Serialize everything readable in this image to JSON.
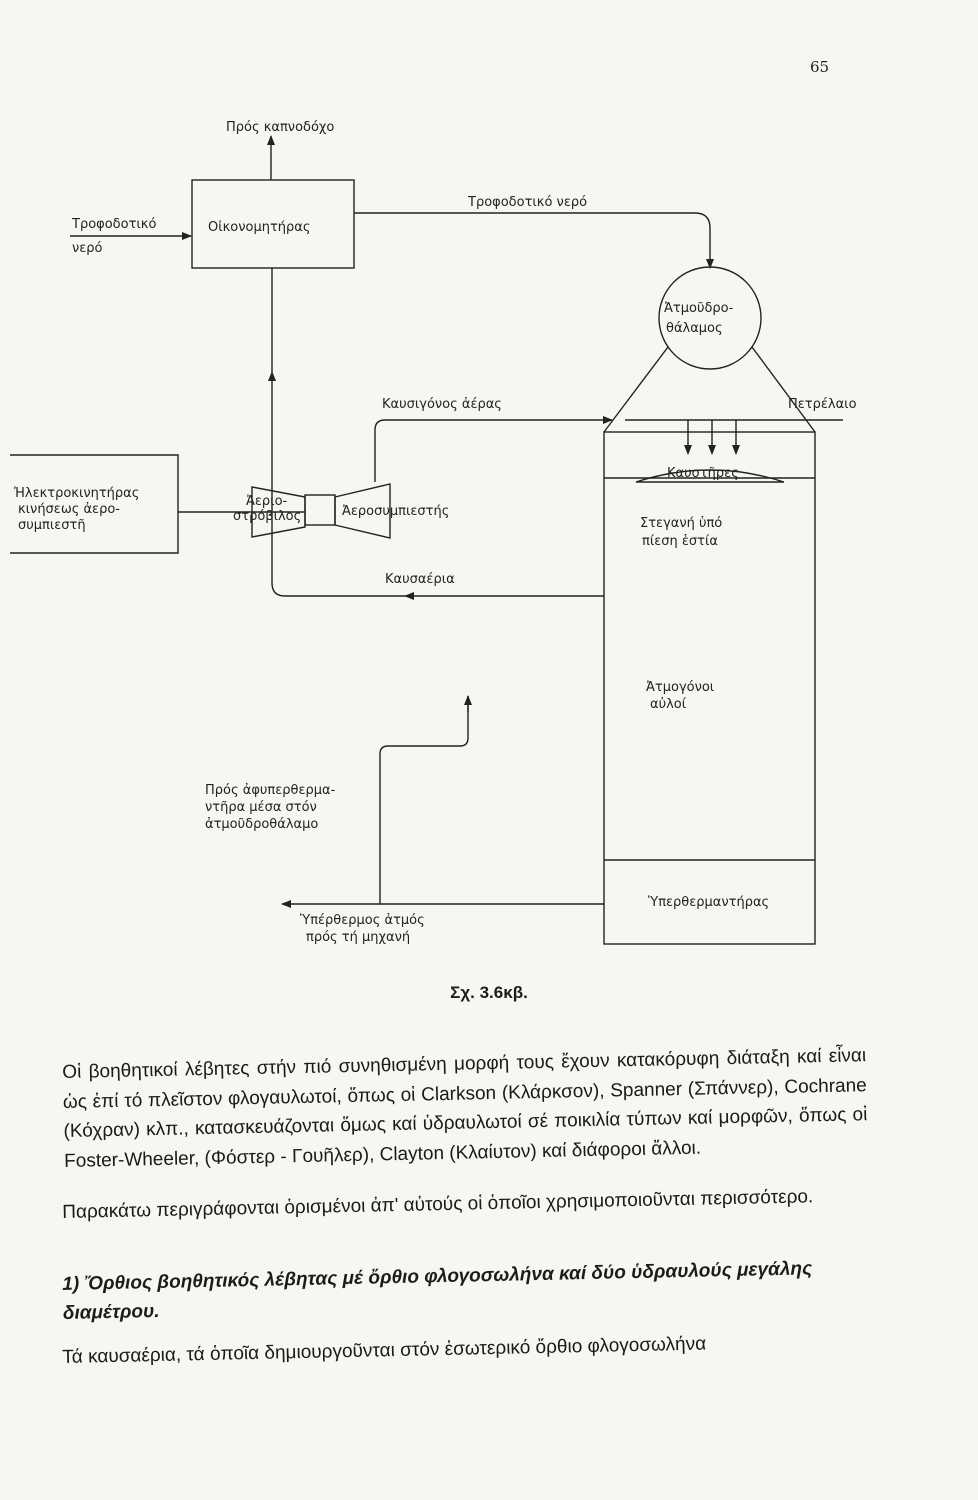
{
  "page": {
    "number": "65"
  },
  "diagram": {
    "labels": {
      "chimney": "Πρός καπνοδόχο",
      "feedwater_in_1": "Τροφοδοτικό",
      "feedwater_in_2": "νερό",
      "economizer": "Οἰκονομητήρας",
      "feedwater": "Τροφοδοτικό νερό",
      "steam_drum_1": "Ἀτμοῦδρο-",
      "steam_drum_2": "θάλαμος",
      "combustion_air": "Καυσιγόνος ἀέρας",
      "fuel_oil": "Πετρέλαιο",
      "motor_1": "Ἠλεκτροκινητήρας",
      "motor_2": "κινήσεως ἀερο-",
      "motor_3": "συμπιεστῆ",
      "gas_turbine_1": "Ἀεριο-",
      "gas_turbine_2": "στρόβιλος",
      "air_compressor": "Ἀεροσυμπιεστής",
      "burners": "Καυστῆρες",
      "furnace_1": "Στεγανή ὑπό",
      "furnace_2": "πίεση ἑστία",
      "flue_gas": "Καυσαέρια",
      "generating_tubes_1": "Ἀτμογόνοι",
      "generating_tubes_2": "αὐλοί",
      "desuperheater_1": "Πρός ἀφυπερθερμα-",
      "desuperheater_2": "ντῆρα μέσα στόν",
      "desuperheater_3": "ἀτμοῦδροθάλαμο",
      "superheater": "Ὑπερθερμαντήρας",
      "superheated_steam_1": "Ὑπέρθερμος ἀτμός",
      "superheated_steam_2": "πρός τή μηχανή"
    },
    "caption": "Σχ. 3.6κβ."
  },
  "text": {
    "p1": "Οἱ βοηθητικοί λέβητες στήν πιό συνηθισμένη μορφή τους ἔχουν κατακόρυφη διάταξη καί εἶναι ὡς ἐπί τό πλεῖστον φλογαυλωτοί, ὅπως οἱ Clarkson (Κλάρκσον), Spanner (Σπάννερ), Cochrane (Κόχραν) κλπ., κατασκευάζονται ὅμως καί ὑδραυλωτοί σέ ποικιλία τύπων καί μορφῶν, ὅπως οἱ Foster-Wheeler, (Φόστερ - Γουῆλερ), Clayton (Κλαίυτον) καί διάφοροι ἄλλοι.",
    "p2": "Παρακάτω περιγράφονται ὁρισμένοι ἀπ' αὐτούς οἱ ὁποῖοι χρησιμοποιοῦνται περισσότερο.",
    "heading": "1) Ὄρθιος βοηθητικός λέβητας μέ ὄρθιο φλογοσωλήνα καί δύο ὑδραυλούς μεγάλης διαμέτρου.",
    "p3": "Τά καυσαέρια, τά ὁποῖα δημιουργοῦνται στόν ἐσωτερικό ὄρθιο φλογοσωλήνα"
  }
}
